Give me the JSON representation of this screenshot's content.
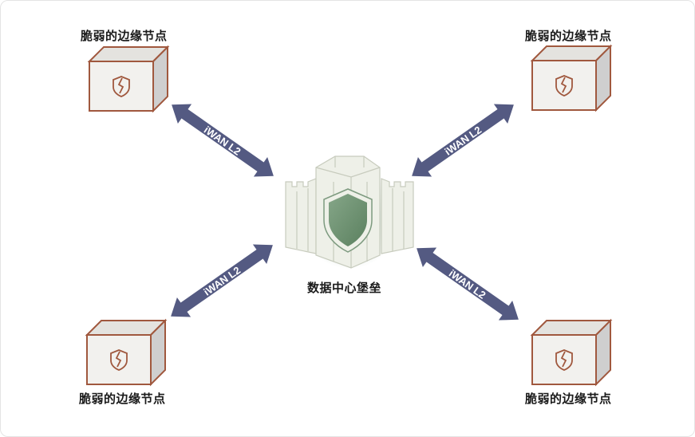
{
  "nodes": {
    "top_left": {
      "label": "脆弱的边缘节点"
    },
    "top_right": {
      "label": "脆弱的边缘节点"
    },
    "bottom_left": {
      "label": "脆弱的边缘节点"
    },
    "bottom_right": {
      "label": "脆弱的边缘节点"
    }
  },
  "center": {
    "label": "数据中心堡垒"
  },
  "links": {
    "top_left": "iWAN L2",
    "top_right": "iWAN L2",
    "bottom_left": "iWAN L2",
    "bottom_right": "iWAN L2"
  },
  "colors": {
    "arrow": "#545a82",
    "box_border": "#a0583e",
    "box_face": "#f2f1ee",
    "box_side": "#cfcfcf",
    "castle": "#eef0e8",
    "shield": "#6e9472"
  },
  "icons": [
    "broken-shield-icon",
    "shield-icon",
    "castle-icon"
  ]
}
